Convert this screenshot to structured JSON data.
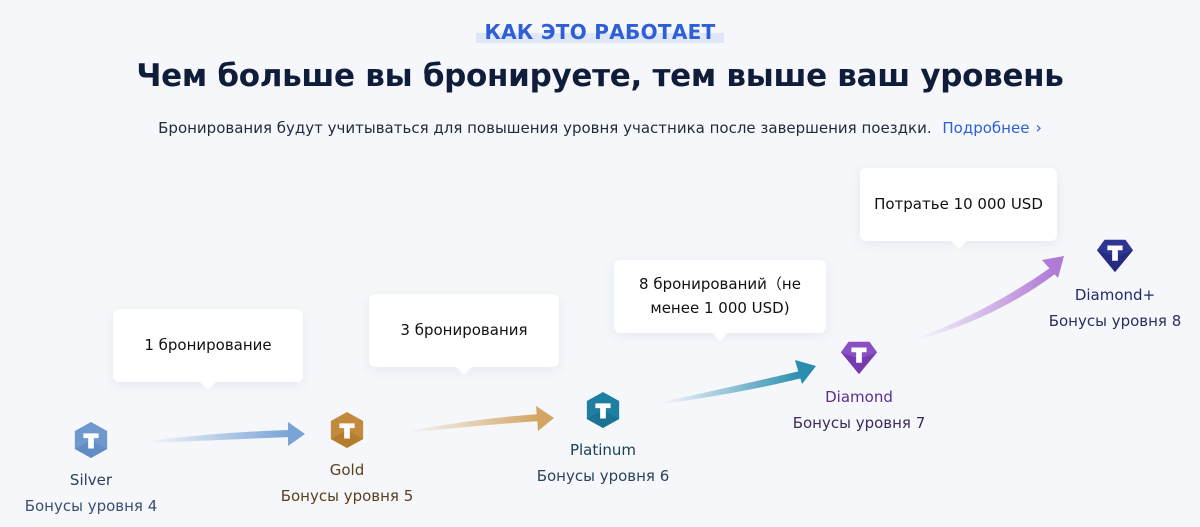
{
  "header": {
    "eyebrow": "КАК ЭТО РАБОТАЕТ",
    "title": "Чем больше вы бронируете, тем выше ваш уровень",
    "subtitle": "Бронирования будут учитываться для повышения уровня участника после завершения поездки.",
    "more_link": "Подробнее",
    "more_icon": "chevron-right-icon"
  },
  "colors": {
    "accent": "#2e5fd6",
    "silver": "#6f98cf",
    "gold": "#c28a3a",
    "platinum": "#1f7fa2",
    "diamond": "#8a4fc1",
    "diamond_plus": "#2f3592"
  },
  "requirements": [
    {
      "text": "1 бронирование"
    },
    {
      "text": "3 бронирования"
    },
    {
      "text": "8 бронирований（не менее 1 000 USD)"
    },
    {
      "text": "Потратье 10 000 USD"
    }
  ],
  "tiers": [
    {
      "name": "Silver",
      "bonus": "Бонусы уровня 4",
      "icon": "silver-hexagon-t-icon"
    },
    {
      "name": "Gold",
      "bonus": "Бонусы уровня 5",
      "icon": "gold-hexagon-t-icon"
    },
    {
      "name": "Platinum",
      "bonus": "Бонусы уровня 6",
      "icon": "platinum-hexagon-t-icon"
    },
    {
      "name": "Diamond",
      "bonus": "Бонусы уровня 7",
      "icon": "diamond-gem-t-icon"
    },
    {
      "name": "Diamond+",
      "bonus": "Бонусы уровня 8",
      "icon": "diamond-plus-gem-t-icon"
    }
  ]
}
